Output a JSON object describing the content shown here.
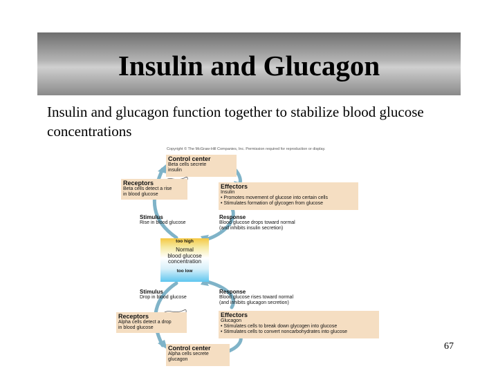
{
  "slide": {
    "title": "Insulin and Glucagon",
    "subtitle": "Insulin and glucagon function together to stabilize blood glucose concentrations",
    "page_number": "67"
  },
  "diagram": {
    "copyright": "Copyright © The McGraw-Hill Companies, Inc. Permission required for reproduction or display.",
    "top_control_center": {
      "heading": "Control center",
      "line1": "Beta cells secrete",
      "line2": "insulin"
    },
    "top_receptors": {
      "heading": "Receptors",
      "line1": "Beta cells detect a rise",
      "line2": "in blood glucose"
    },
    "top_effectors": {
      "heading": "Effectors",
      "line1": "Insulin",
      "line2": "• Promotes movement of glucose into certain cells",
      "line3": "• Stimulates formation of glycogen from glucose"
    },
    "top_stimulus": {
      "heading": "Stimulus",
      "line1": "Rise in blood glucose"
    },
    "top_response": {
      "heading": "Response",
      "line1": "Blood glucose drops toward normal",
      "line2": "(and inhibits insulin secretion)"
    },
    "center": {
      "too_high": "too high",
      "line1": "Normal",
      "line2": "blood glucose",
      "line3": "concentration",
      "too_low": "too low"
    },
    "bottom_stimulus": {
      "heading": "Stimulus",
      "line1": "Drop in blood glucose"
    },
    "bottom_response": {
      "heading": "Response",
      "line1": "Blood glucose rises toward normal",
      "line2": "(and inhibits glucagon secretion)"
    },
    "bottom_receptors": {
      "heading": "Receptors",
      "line1": "Alpha cells detect a drop",
      "line2": "in blood glucose"
    },
    "bottom_effectors": {
      "heading": "Effectors",
      "line1": "Glucagon",
      "line2": "• Stimulates cells to break down glycogen into glucose",
      "line3": "• Stimulates cells to convert noncarbohydrates into glucose"
    },
    "bottom_control_center": {
      "heading": "Control center",
      "line1": "Alpha cells secrete",
      "line2": "glucagon"
    }
  },
  "colors": {
    "box_fill": "#f5dec2",
    "arrow": "#7fb3c8",
    "too_high": "#f5c842",
    "too_low": "#5fc6ef"
  }
}
